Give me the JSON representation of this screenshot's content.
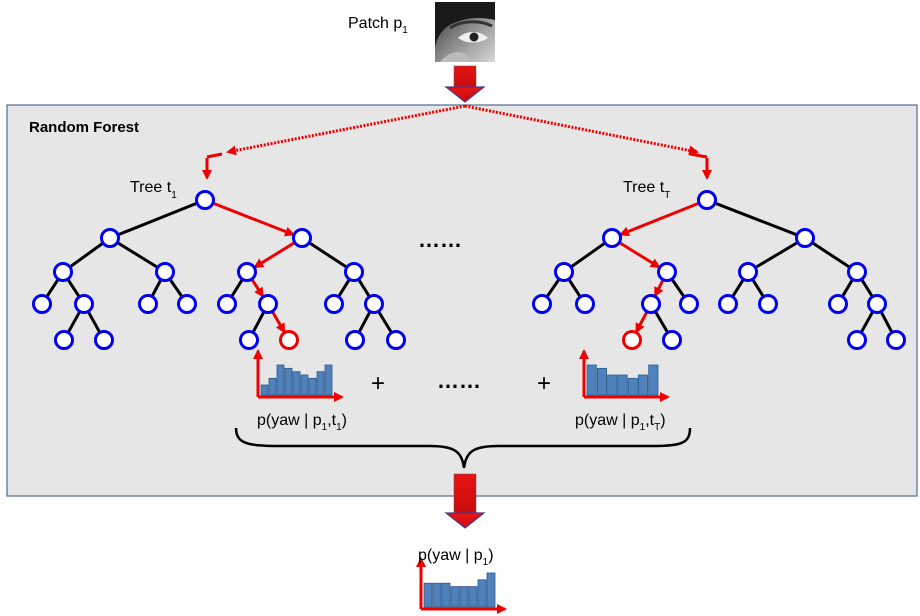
{
  "patch": {
    "label_main": "Patch p",
    "label_sub": "1",
    "image_icon": "face-patch-icon"
  },
  "forest": {
    "title": "Random Forest"
  },
  "tree_first": {
    "label_main": "Tree t",
    "label_sub": "1"
  },
  "tree_last": {
    "label_main": "Tree t",
    "label_sub": "T"
  },
  "ellipsis_trees": "……",
  "ellipsis_hist": "……",
  "plus_sign": "+",
  "hist_left": {
    "values": [
      3,
      5,
      9,
      8,
      7,
      6,
      5,
      7,
      9
    ],
    "label_parts": [
      "p(yaw | p",
      "1",
      ",t",
      "1",
      ")"
    ]
  },
  "hist_right": {
    "values": [
      9,
      8,
      6,
      6,
      5,
      6,
      9
    ],
    "label_parts": [
      "p(yaw | p",
      "1",
      ",t",
      "T",
      ")"
    ]
  },
  "hist_result": {
    "values": [
      7,
      7,
      7,
      6,
      6,
      6,
      8,
      10
    ],
    "label_parts": [
      "p(yaw | p",
      "1",
      ")"
    ]
  },
  "colors": {
    "node": "#0000ee",
    "path": "#ee0000",
    "edge": "#000000",
    "bar": "#4f81bd",
    "forest_bg": "#e6e6e6",
    "forest_border": "#4a6c94"
  }
}
